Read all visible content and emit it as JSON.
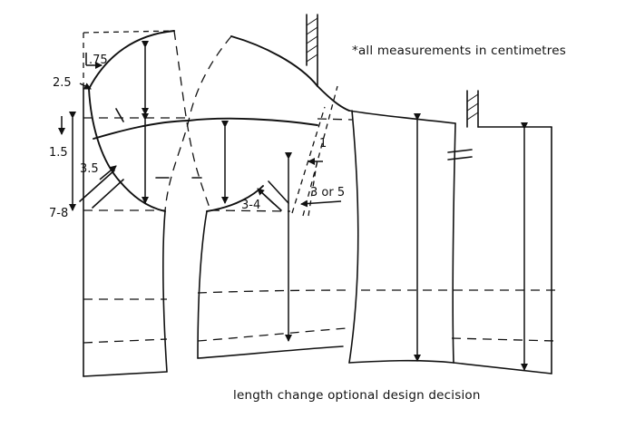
{
  "labels": {
    "m075": ".75",
    "m25": "2.5",
    "m15": "1.5",
    "m35": "3.5",
    "m78": "7-8",
    "m34": "3-4",
    "m1": "1",
    "m3or5": "3 or 5"
  },
  "notes": {
    "units": "*all measurements in centimetres",
    "length": "length change optional design decision"
  }
}
